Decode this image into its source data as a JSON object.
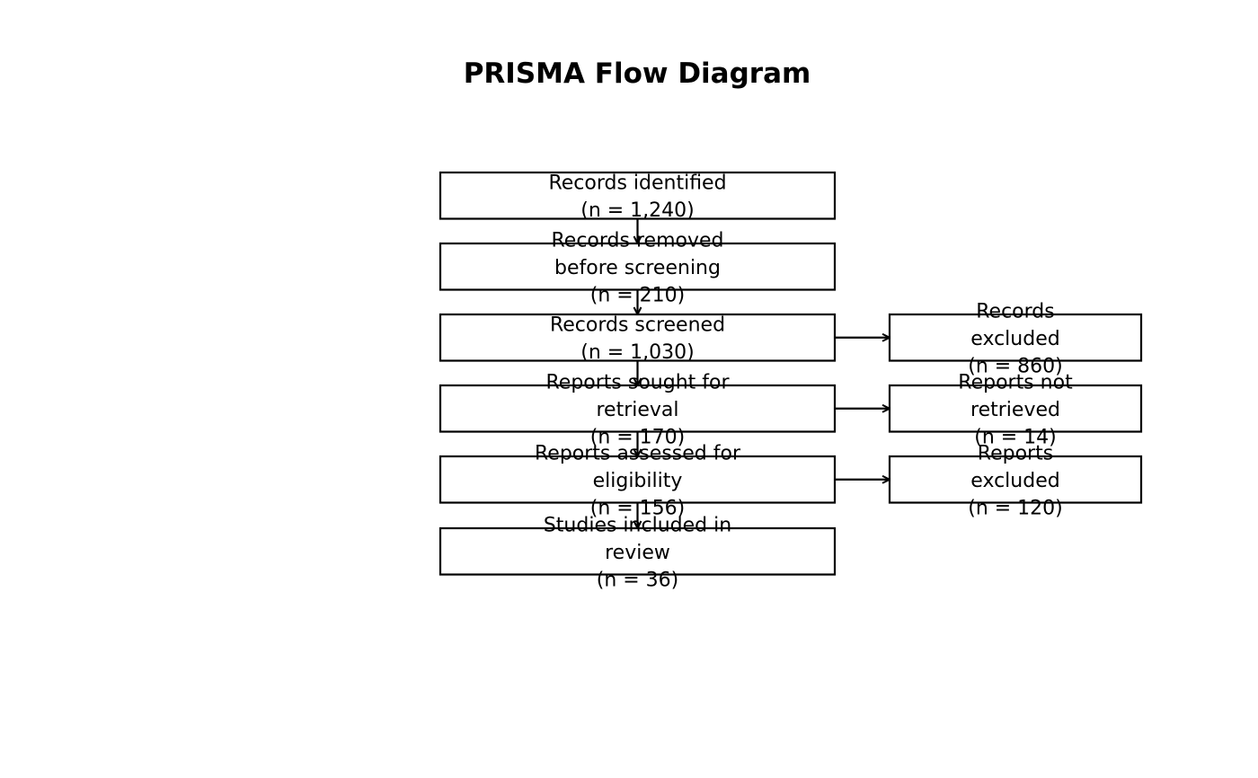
{
  "title": "PRISMA Flow Diagram",
  "main_boxes": [
    {
      "lines": [
        "Records identified",
        "(n = 1,240)"
      ]
    },
    {
      "lines": [
        "Records removed",
        "before screening",
        "(n = 210)"
      ]
    },
    {
      "lines": [
        "Records screened",
        "(n = 1,030)"
      ]
    },
    {
      "lines": [
        "Reports sought for",
        "retrieval",
        "(n = 170)"
      ]
    },
    {
      "lines": [
        "Reports assessed for",
        "eligibility",
        "(n = 156)"
      ]
    },
    {
      "lines": [
        "Studies included in",
        "review",
        "(n = 36)"
      ]
    }
  ],
  "side_boxes": [
    {
      "row": 2,
      "lines": [
        "Records",
        "excluded",
        "(n = 860)"
      ]
    },
    {
      "row": 3,
      "lines": [
        "Reports not",
        "retrieved",
        "(n = 14)"
      ]
    },
    {
      "row": 4,
      "lines": [
        "Reports",
        "excluded",
        "(n = 120)"
      ]
    }
  ],
  "colors": {
    "stroke": "#000000",
    "background": "#ffffff"
  }
}
